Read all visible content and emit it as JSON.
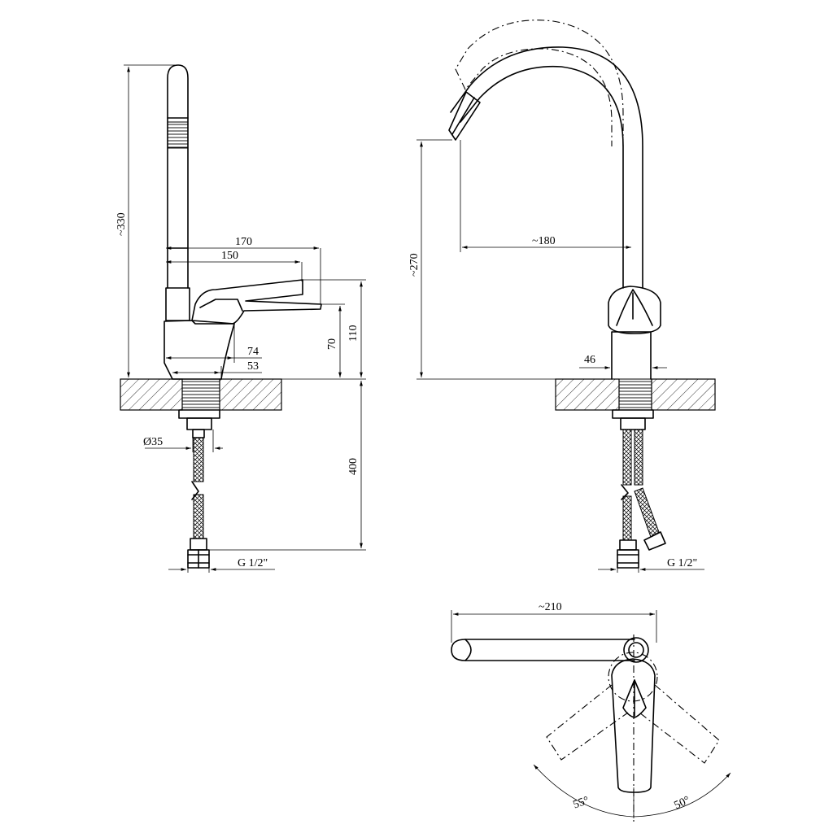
{
  "side_view": {
    "dims": {
      "height_total": "~330",
      "reach_handle_170": "170",
      "reach_spout_150": "150",
      "body_74": "74",
      "base_53": "53",
      "lever_height_70": "70",
      "body_height_110": "110",
      "hose_length_400": "400",
      "shank_diameter": "Ø35",
      "thread": "G 1/2\""
    }
  },
  "front_view": {
    "dims": {
      "spout_height": "~270",
      "spout_reach": "~180",
      "body_width": "46",
      "thread": "G 1/2\""
    }
  },
  "top_view": {
    "dims": {
      "spout_length": "~210",
      "angle_left": "55°",
      "angle_right": "50°"
    }
  }
}
